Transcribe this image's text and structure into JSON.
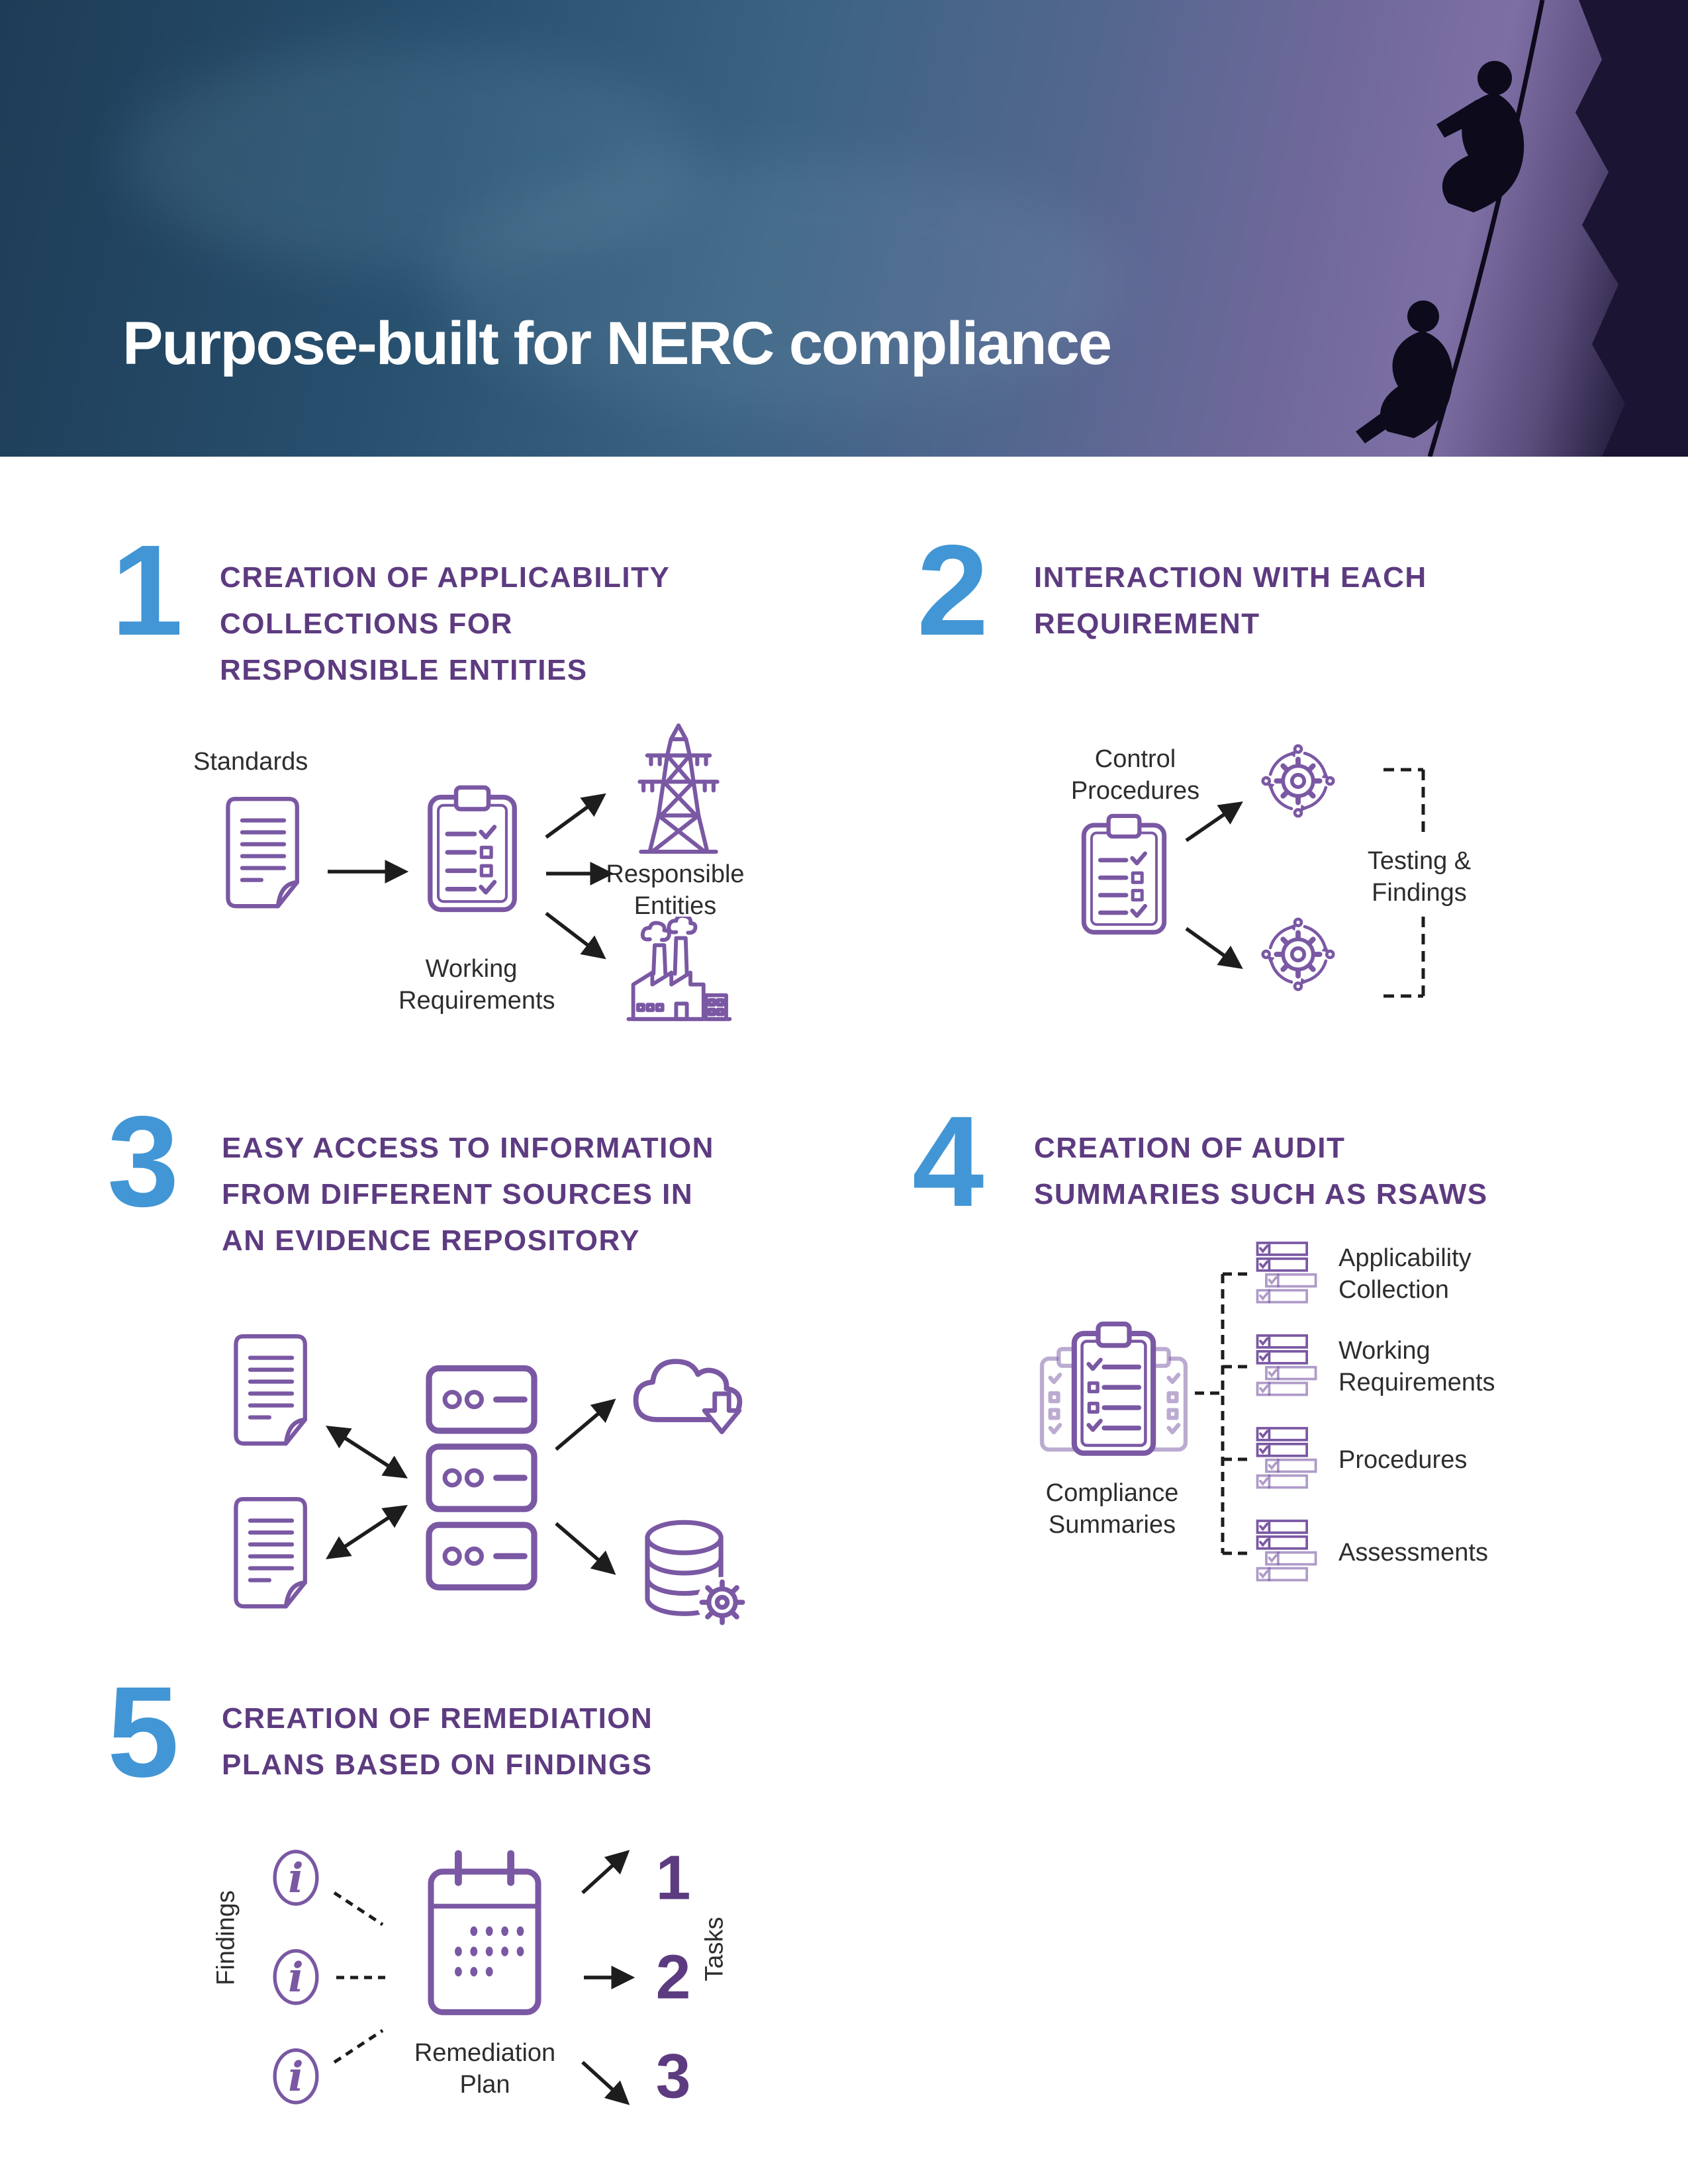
{
  "palette": {
    "accent_blue": "#4296d5",
    "heading_purple": "#5d3b80",
    "icon_purple": "#7a58a3",
    "icon_purple_light": "#a492c4",
    "text_dark": "#2d2d2d",
    "arrow_black": "#1d1d1d",
    "hero_blue": "#2a5273",
    "hero_purple": "#7d6fa4",
    "hero_rock": "#1b1432"
  },
  "hero": {
    "title": "Purpose-built for NERC compliance"
  },
  "steps": [
    {
      "number": "1",
      "heading": "CREATION OF APPLICABILITY\nCOLLECTIONS FOR\nRESPONSIBLE ENTITIES"
    },
    {
      "number": "2",
      "heading": "INTERACTION WITH  EACH\nREQUIREMENT"
    },
    {
      "number": "3",
      "heading": "EASY ACCESS TO INFORMATION\nFROM DIFFERENT SOURCES IN\nAN EVIDENCE REPOSITORY"
    },
    {
      "number": "4",
      "heading": "CREATION OF AUDIT\nSUMMARIES SUCH AS RSAWS"
    },
    {
      "number": "5",
      "heading": "CREATION OF REMEDIATION\nPLANS BASED ON FINDINGS"
    }
  ],
  "diagram1": {
    "standards": "Standards",
    "working_requirements": "Working\nRequirements",
    "responsible_entities": "Responsible\nEntities"
  },
  "diagram2": {
    "control_procedures": "Control\nProcedures",
    "testing_findings": "Testing &\nFindings"
  },
  "diagram4": {
    "compliance_summaries": "Compliance\nSummaries",
    "items": [
      "Applicability\nCollection",
      "Working\nRequirements",
      "Procedures",
      "Assessments"
    ]
  },
  "diagram5": {
    "findings": "Findings",
    "remediation_plan": "Remediation\nPlan",
    "tasks": "Tasks",
    "task_numbers": [
      "1",
      "2",
      "3"
    ]
  }
}
